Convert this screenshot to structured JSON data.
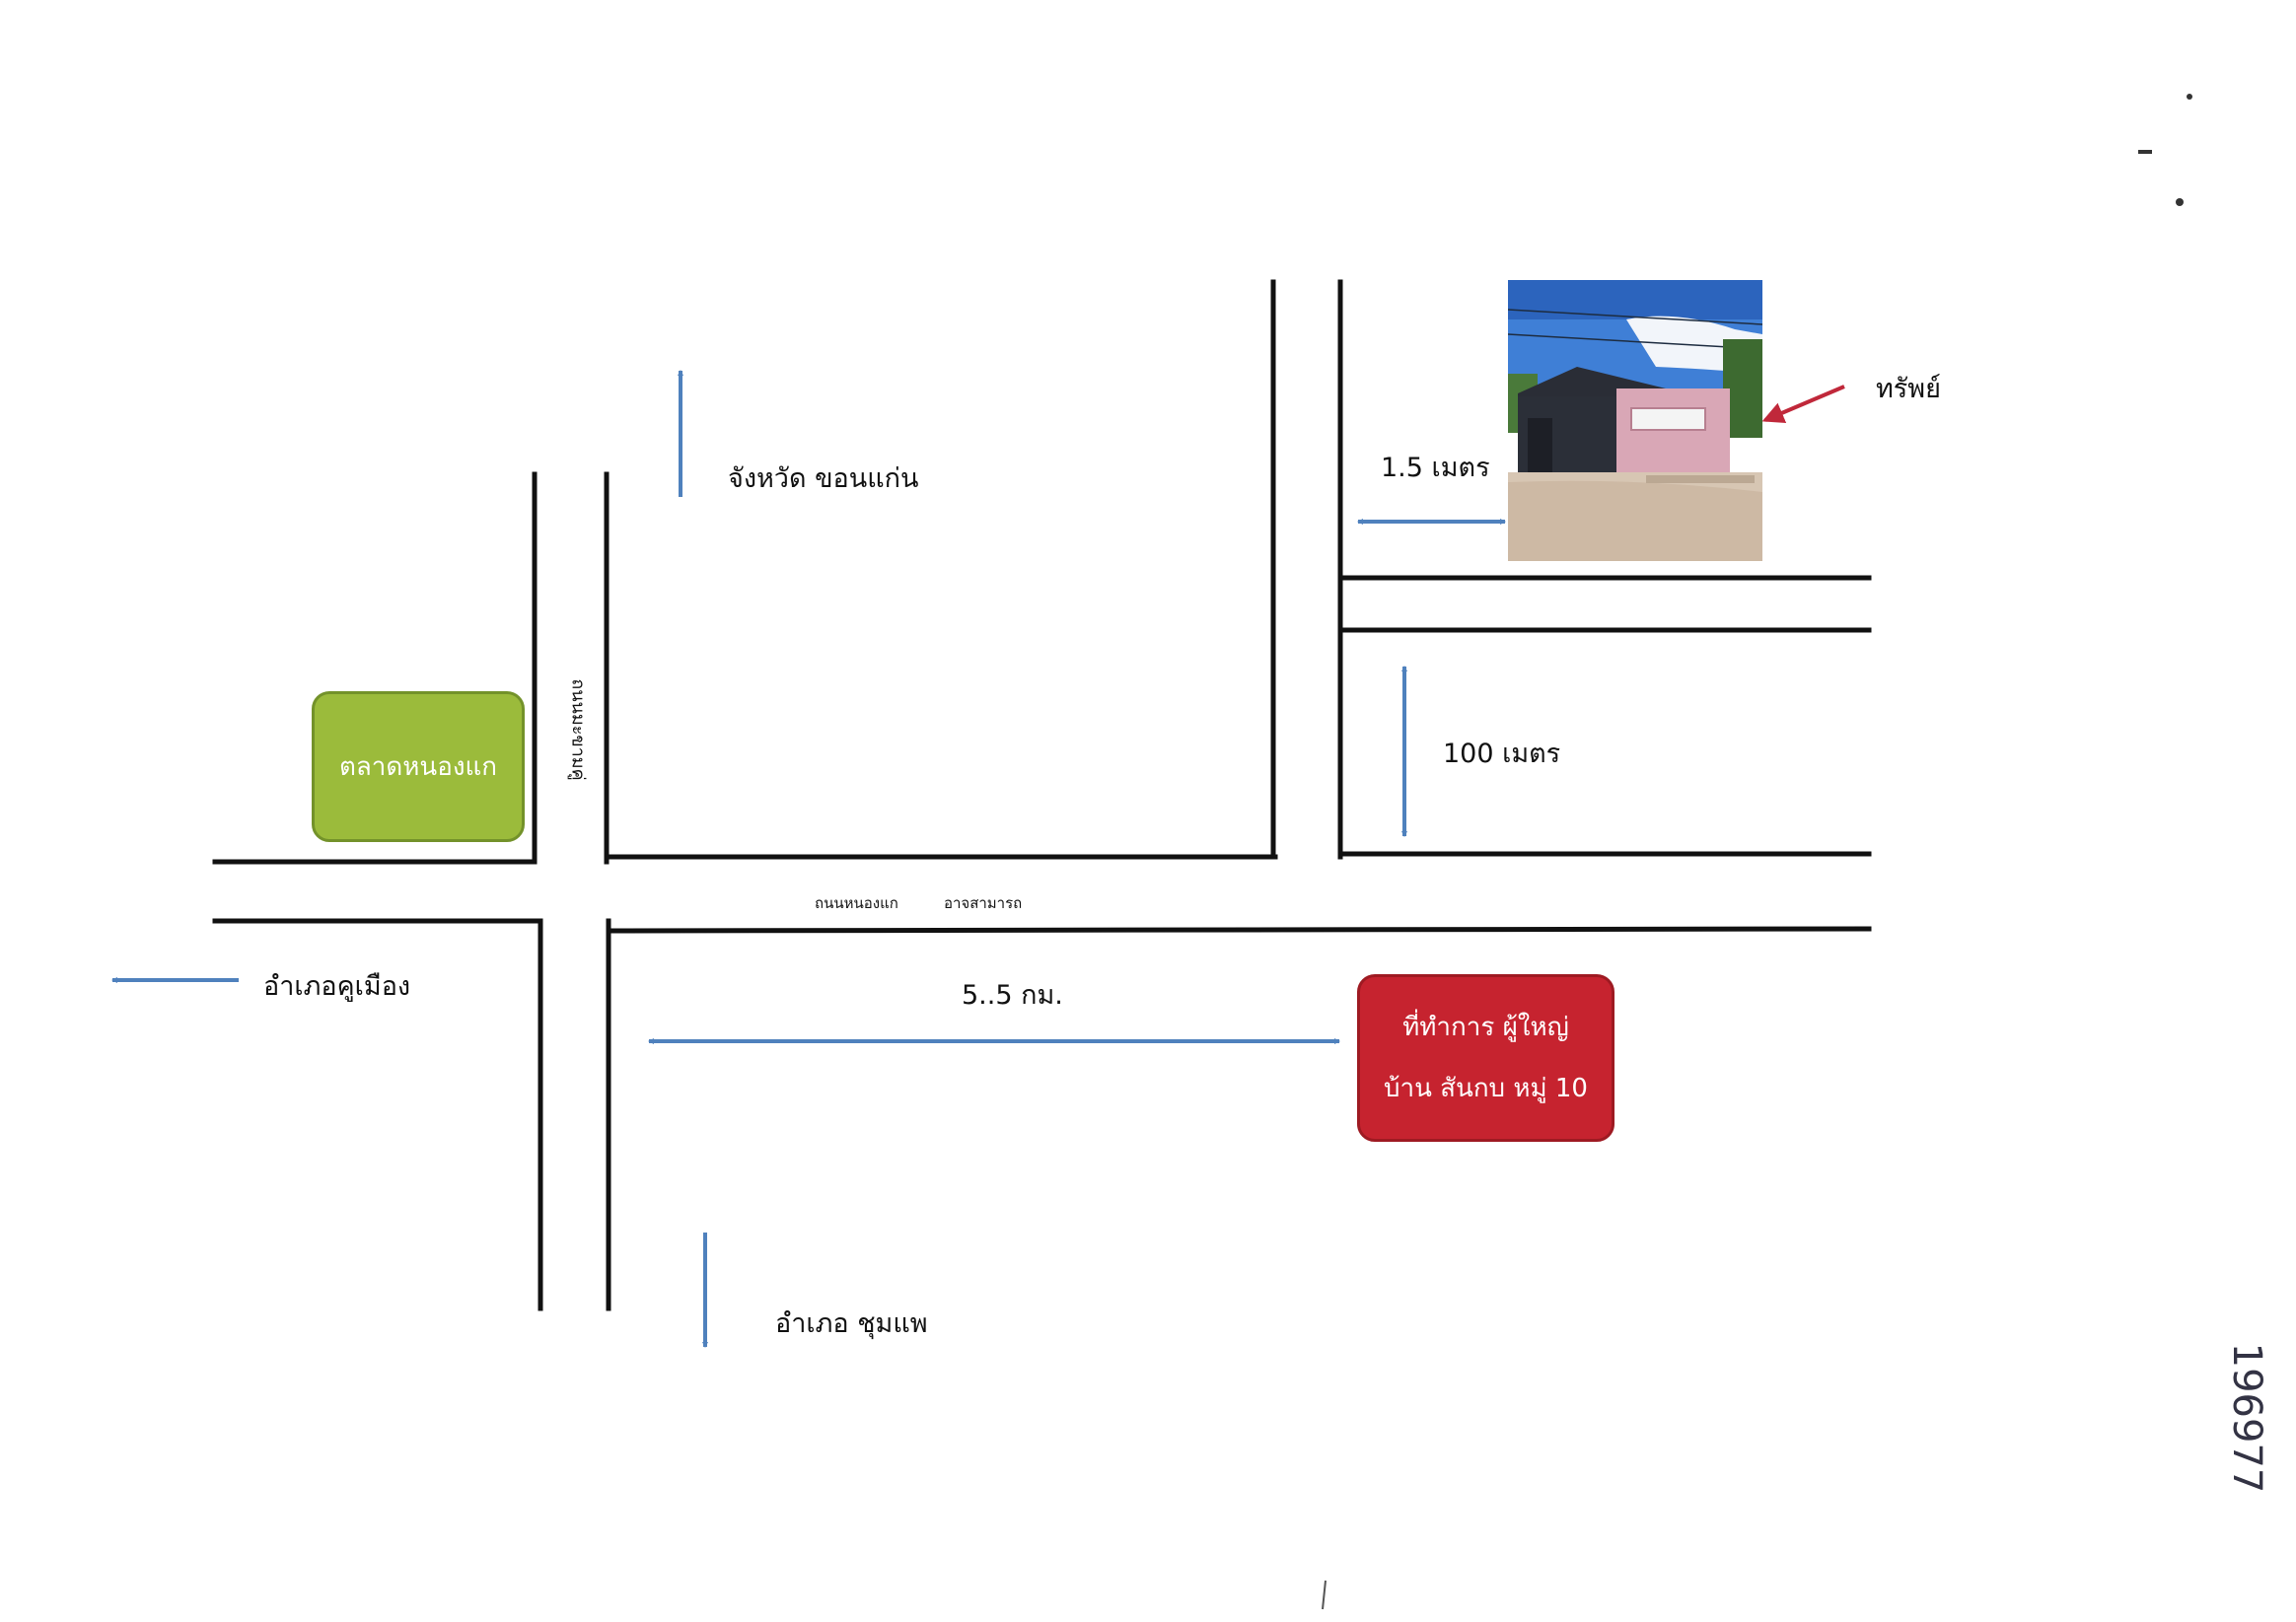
{
  "labels": {
    "north": "จังหวัด ขอนแก่น",
    "west": "อำเภอคูเมือง",
    "south": "อำเภอ ชุมแพ",
    "vertical_road": "ถนนมะขามคู่",
    "horizontal_road_left": "ถนนหนองแก",
    "horizontal_road_right": "อาจสามารถ",
    "distance_km": "5..5  กม.",
    "distance_side": "100 เมตร",
    "distance_front": "1.5 เมตร",
    "property": "ทรัพย์"
  },
  "market": {
    "label": "ตลาดหนองแก",
    "color": "#9bbb3b"
  },
  "office": {
    "line1": "ที่ทำการ ผู้ใหญ่",
    "line2": "บ้าน สันกบ หมู่ 10",
    "color": "#c6232f"
  },
  "handwritten_number": "196977",
  "colors": {
    "arrow": "#4f81bd",
    "pointer": "#c0283a",
    "road": "#111111"
  }
}
